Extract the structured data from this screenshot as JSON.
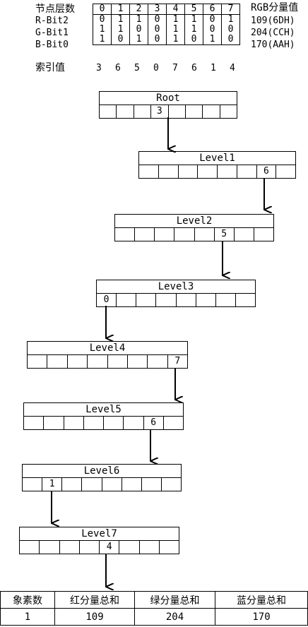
{
  "header": {
    "row_labels": [
      "节点层数",
      "R-Bit2",
      "G-Bit1",
      "B-Bit0"
    ],
    "rgb_title": "RGB分量值",
    "rgb_values": [
      "109(6DH)",
      "204(CCH)",
      "170(AAH)"
    ],
    "bit_table": [
      [
        "0",
        "1",
        "2",
        "3",
        "4",
        "5",
        "6",
        "7"
      ],
      [
        "0",
        "1",
        "1",
        "0",
        "1",
        "1",
        "0",
        "1"
      ],
      [
        "1",
        "1",
        "0",
        "0",
        "1",
        "1",
        "0",
        "0"
      ],
      [
        "1",
        "0",
        "1",
        "0",
        "1",
        "0",
        "1",
        "0"
      ]
    ],
    "index_label": "索引值",
    "index_values": [
      "3",
      "6",
      "5",
      "0",
      "7",
      "6",
      "1",
      "4"
    ]
  },
  "nodes": [
    {
      "title": "Root",
      "selected_index": 3,
      "selected_label": "3"
    },
    {
      "title": "Level1",
      "selected_index": 6,
      "selected_label": "6"
    },
    {
      "title": "Level2",
      "selected_index": 5,
      "selected_label": "5"
    },
    {
      "title": "Level3",
      "selected_index": 0,
      "selected_label": "0"
    },
    {
      "title": "Level4",
      "selected_index": 7,
      "selected_label": "7"
    },
    {
      "title": "Level5",
      "selected_index": 6,
      "selected_label": "6"
    },
    {
      "title": "Level6",
      "selected_index": 1,
      "selected_label": "1"
    },
    {
      "title": "Level7",
      "selected_index": 4,
      "selected_label": "4"
    }
  ],
  "summary": {
    "headers": [
      "象素数",
      "红分量总和",
      "绿分量总和",
      "蓝分量总和"
    ],
    "values": [
      "1",
      "109",
      "204",
      "170"
    ]
  }
}
